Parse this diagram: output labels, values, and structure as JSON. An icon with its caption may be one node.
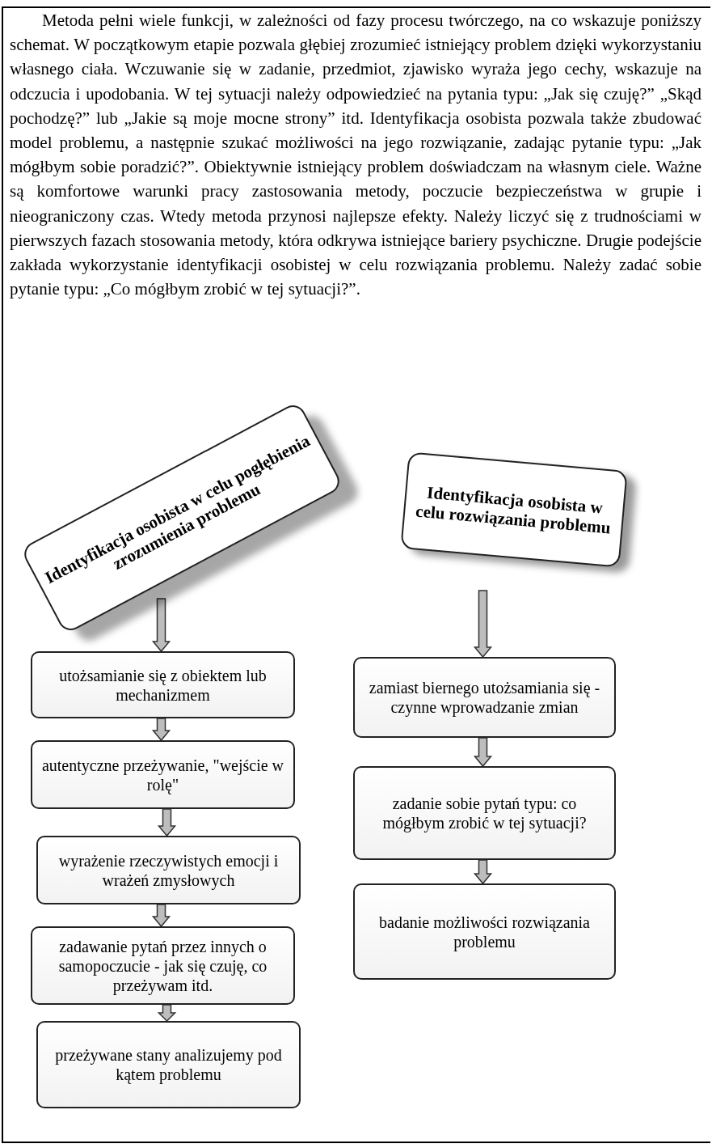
{
  "diagram": {
    "nodes": [
      {
        "text": [
          "Identyfikacja osobista w celu pogłębienia zrozumienia problemu"
        ]
      },
      {
        "text": [
          "utożsamianie się z obiektem lub mechanizmem"
        ]
      },
      {
        "text": [
          "autentyczne przeżywanie, \"wejście w rolę\""
        ]
      },
      {
        "text": [
          "wyrażenie rzeczywistych emocji  i wrażeń zmysłowych"
        ]
      },
      {
        "text": [
          "zadawanie pytań przez innych o samopoczucie - jak się czuję, co przeżywam itd."
        ]
      },
      {
        "text": [
          "przeżywane stany analizujemy pod kątem problemu"
        ]
      },
      {
        "text": [
          "Identyfikacja osobista w celu rozwiązania problemu"
        ]
      },
      {
        "text": [
          "zamiast biernego utożsamiania się - czynne wprowadzanie zmian"
        ]
      },
      {
        "text": [
          "zadanie sobie pytań typu: co mógłbym zrobić w tej sytuacji?"
        ]
      },
      {
        "text": [
          "badanie możliwości rozwiązania  problemu"
        ]
      }
    ],
    "edges": [
      {
        "from": 0,
        "to": 1,
        "arrow": "to"
      },
      {
        "from": 1,
        "to": 2,
        "arrow": "to"
      },
      {
        "from": 2,
        "to": 3,
        "arrow": "to"
      },
      {
        "from": 3,
        "to": 4,
        "arrow": "to"
      },
      {
        "from": 4,
        "to": 5,
        "arrow": "to"
      },
      {
        "from": 6,
        "to": 7,
        "arrow": "to"
      },
      {
        "from": 7,
        "to": 8,
        "arrow": "to"
      },
      {
        "from": 8,
        "to": 9,
        "arrow": "to"
      }
    ],
    "labels": [
      "Metoda pełni wiele funkcji, w zależności od fazy procesu twórczego, na co wskazuje poniższy schemat. W początkowym etapie pozwala głębiej zrozumieć istniejący problem dzięki wykorzystaniu własnego ciała. Wczuwanie się w zadanie, przedmiot, zjawisko wyraża jego cechy, wskazuje na odczucia i upodobania. W tej sytuacji należy odpowiedzieć na pytania typu: „Jak się czuję?” „Skąd pochodzę?” lub „Jakie są moje mocne strony” itd. Identyfikacja osobista pozwala także zbudować model problemu, a następnie szukać możliwości na jego rozwiązanie, zadając pytanie typu: „Jak mógłbym sobie poradzić?”. Obiektywnie istniejący problem doświadczam na własnym ciele. Ważne są komfortowe warunki pracy zastosowania metody, poczucie bezpieczeństwa w grupie i nieograniczony czas. Wtedy metoda przynosi najlepsze efekty. Należy liczyć się z trudnościami w pierwszych fazach stosowania metody, która odkrywa istniejące bariery psychiczne. Drugie podejście zakłada wykorzystanie identyfikacji osobistej w celu rozwiązania problemu. Należy zadać sobie pytanie typu: „Co mógłbym zrobić w tej sytuacji?”."
    ]
  }
}
